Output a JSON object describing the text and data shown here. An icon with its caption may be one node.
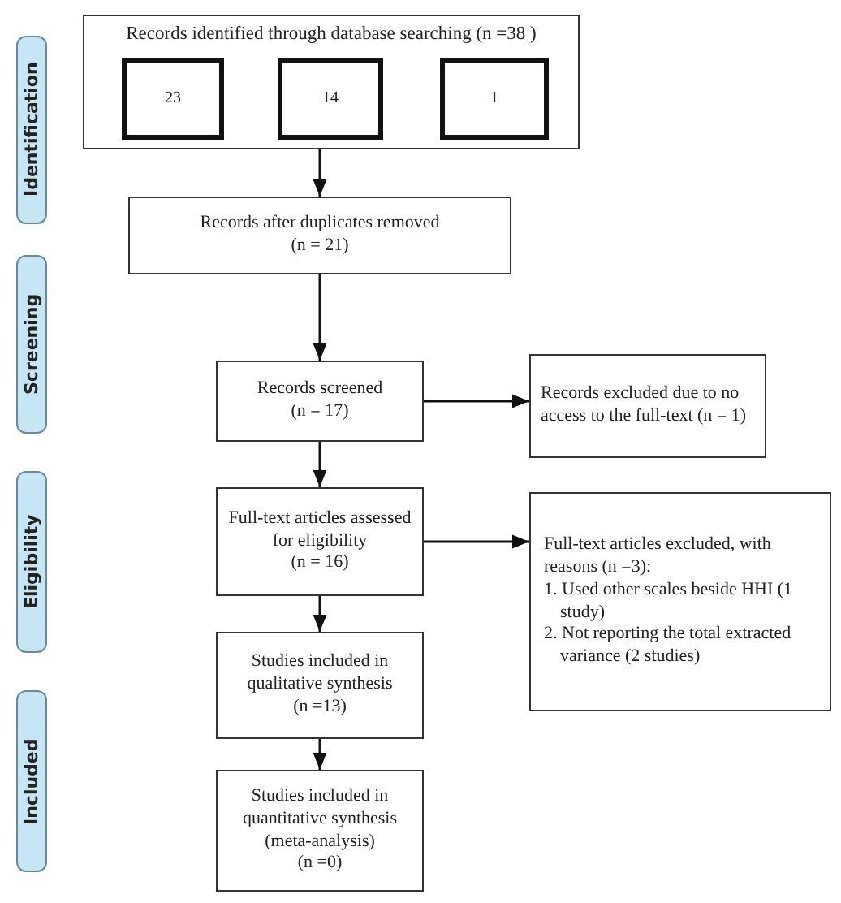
{
  "diagram": {
    "nodes": [
      {
        "text": [
          "Identification"
        ]
      },
      {
        "text": [
          "Records identified through database searching (n =38 )"
        ]
      },
      {
        "text": [
          "23"
        ],
        "in": 1
      },
      {
        "text": [
          "14"
        ],
        "in": 1
      },
      {
        "text": [
          "1"
        ],
        "in": 1
      },
      {
        "text": [
          "Records after duplicates removed",
          "(n = 21)"
        ]
      },
      {
        "text": [
          "Screening"
        ]
      },
      {
        "text": [
          "Records screened",
          "(n = 17)"
        ]
      },
      {
        "text": [
          "Records excluded due to no access to the full-text (n = 1)"
        ]
      },
      {
        "text": [
          "Eligibility"
        ]
      },
      {
        "text": [
          "Full-text articles assessed for eligibility",
          "(n = 16)"
        ]
      },
      {
        "text": [
          "Full-text articles excluded, with reasons (n =3):",
          "1. Used other scales beside HHI (1 study)",
          "2. Not reporting the total extracted variance (2 studies)"
        ]
      },
      {
        "text": [
          "Included"
        ]
      },
      {
        "text": [
          "Studies included in qualitative synthesis",
          "(n =13)"
        ]
      },
      {
        "text": [
          "Studies included in quantitative synthesis (meta-analysis)",
          "(n =0)"
        ]
      }
    ],
    "edges": [
      {
        "from": 1,
        "to": 5,
        "arrow": "to"
      },
      {
        "from": 5,
        "to": 7,
        "arrow": "to"
      },
      {
        "from": 7,
        "to": 8,
        "arrow": "to"
      },
      {
        "from": 7,
        "to": 10,
        "arrow": "to"
      },
      {
        "from": 10,
        "to": 11,
        "arrow": "to"
      },
      {
        "from": 10,
        "to": 13,
        "arrow": "to"
      },
      {
        "from": 13,
        "to": 14,
        "arrow": "to"
      }
    ]
  }
}
